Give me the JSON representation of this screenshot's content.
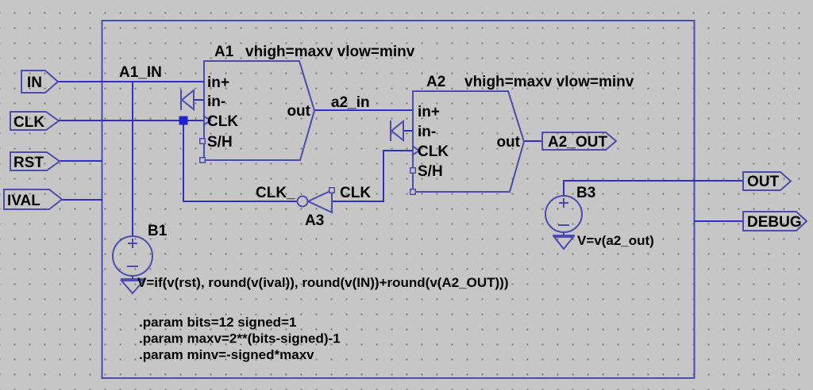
{
  "editor": {
    "background_color": "#c6c6c6",
    "grid_dot_color": "#787878",
    "wire_color": "#2e2ec8",
    "symbol_color": "#4b4bb0",
    "text_color": "#000000"
  },
  "ports": {
    "in": "IN",
    "clk": "CLK",
    "rst": "RST",
    "ival": "IVAL",
    "out": "OUT",
    "debug": "DEBUG",
    "a2_out": "A2_OUT"
  },
  "nets": {
    "a1_in": "A1_IN",
    "a2_in": "a2_in",
    "clk_inverted": "CLK_",
    "clk": "CLK"
  },
  "a1": {
    "name": "A1",
    "params": "vhigh=maxv vlow=minv",
    "pin_in_p": "in+",
    "pin_in_n": "in-",
    "pin_clk": "CLK",
    "pin_sh": "S/H",
    "pin_out": "out"
  },
  "a2": {
    "name": "A2",
    "params": "vhigh=maxv vlow=minv",
    "pin_in_p": "in+",
    "pin_in_n": "in-",
    "pin_clk": "CLK",
    "pin_sh": "S/H",
    "pin_out": "out"
  },
  "a3": {
    "name": "A3"
  },
  "b1": {
    "name": "B1",
    "value": "V=if(v(rst), round(v(ival)), round(v(IN))+round(v(A2_OUT)))"
  },
  "b3": {
    "name": "B3",
    "value": "V=v(a2_out)"
  },
  "directives": [
    ".param bits=12 signed=1",
    ".param maxv=2**(bits-signed)-1",
    ".param minv=-signed*maxv"
  ]
}
